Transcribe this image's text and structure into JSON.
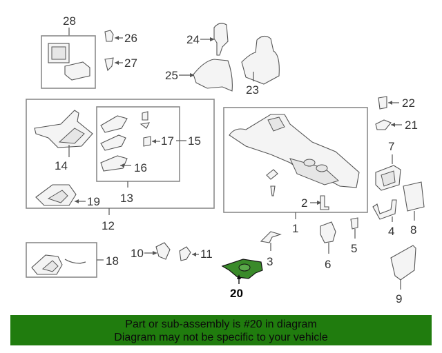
{
  "callouts": {
    "c1": "1",
    "c2": "2",
    "c3": "3",
    "c4": "4",
    "c5": "5",
    "c6": "6",
    "c7": "7",
    "c8": "8",
    "c9": "9",
    "c10": "10",
    "c11": "11",
    "c12": "12",
    "c13": "13",
    "c14": "14",
    "c15": "15",
    "c16": "16",
    "c17": "17",
    "c18": "18",
    "c19": "19",
    "c20": "20",
    "c21": "21",
    "c22": "22",
    "c23": "23",
    "c24": "24",
    "c25": "25",
    "c26": "26",
    "c27": "27",
    "c28": "28"
  },
  "highlight_color": "#3a8a2a",
  "banner": {
    "line1": "Part or sub-assembly is #20 in diagram",
    "line2": "Diagram may not be specific to your vehicle",
    "color": "#207c0e"
  }
}
